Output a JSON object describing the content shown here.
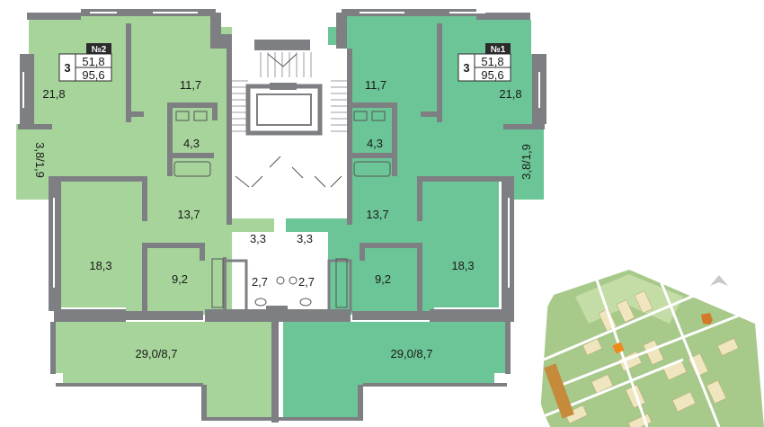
{
  "plan": {
    "colors": {
      "unit_left": "#a6d49a",
      "unit_right": "#6cc596",
      "wall": "#7d7f82",
      "stair_bg": "#ffffff",
      "badge_bg": "#2b2b2b",
      "map_green": "#a7c98a",
      "map_building": "#efe6bf",
      "map_road": "#ffffff",
      "map_highlight": "#f08a1c"
    },
    "units": [
      {
        "number": "№2",
        "rooms": "3",
        "living_area": "51,8",
        "total_area": "95,6",
        "room_areas": [
          "21,8",
          "11,7",
          "4,3",
          "3,8/1,9",
          "13,7",
          "18,3",
          "3,3",
          "9,2",
          "2,7",
          "29,0/8,7"
        ]
      },
      {
        "number": "№1",
        "rooms": "3",
        "living_area": "51,8",
        "total_area": "95,6",
        "room_areas": [
          "21,8",
          "11,7",
          "4,3",
          "3,8/1,9",
          "13,7",
          "18,3",
          "3,3",
          "9,2",
          "2,7",
          "29,0/8,7"
        ]
      }
    ]
  }
}
